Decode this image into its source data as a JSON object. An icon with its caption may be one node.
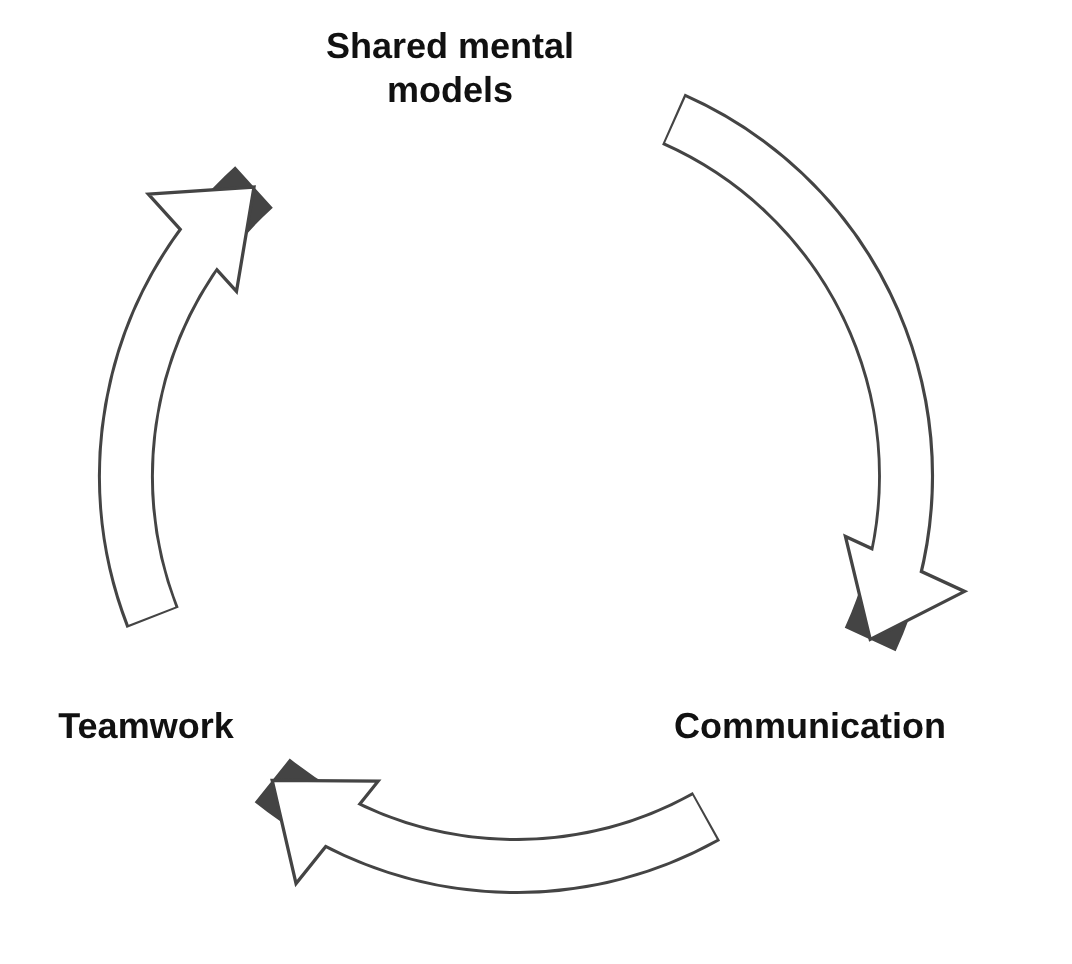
{
  "diagram": {
    "nodes": [
      {
        "text": [
          "Shared mental models"
        ]
      },
      {
        "text": [
          "Communication"
        ]
      },
      {
        "text": [
          "Teamwork"
        ]
      }
    ],
    "edges": [
      {
        "from": 0,
        "to": 1,
        "arrow": "to"
      },
      {
        "from": 1,
        "to": 2,
        "arrow": "to"
      },
      {
        "from": 2,
        "to": 0,
        "arrow": "to"
      }
    ]
  }
}
